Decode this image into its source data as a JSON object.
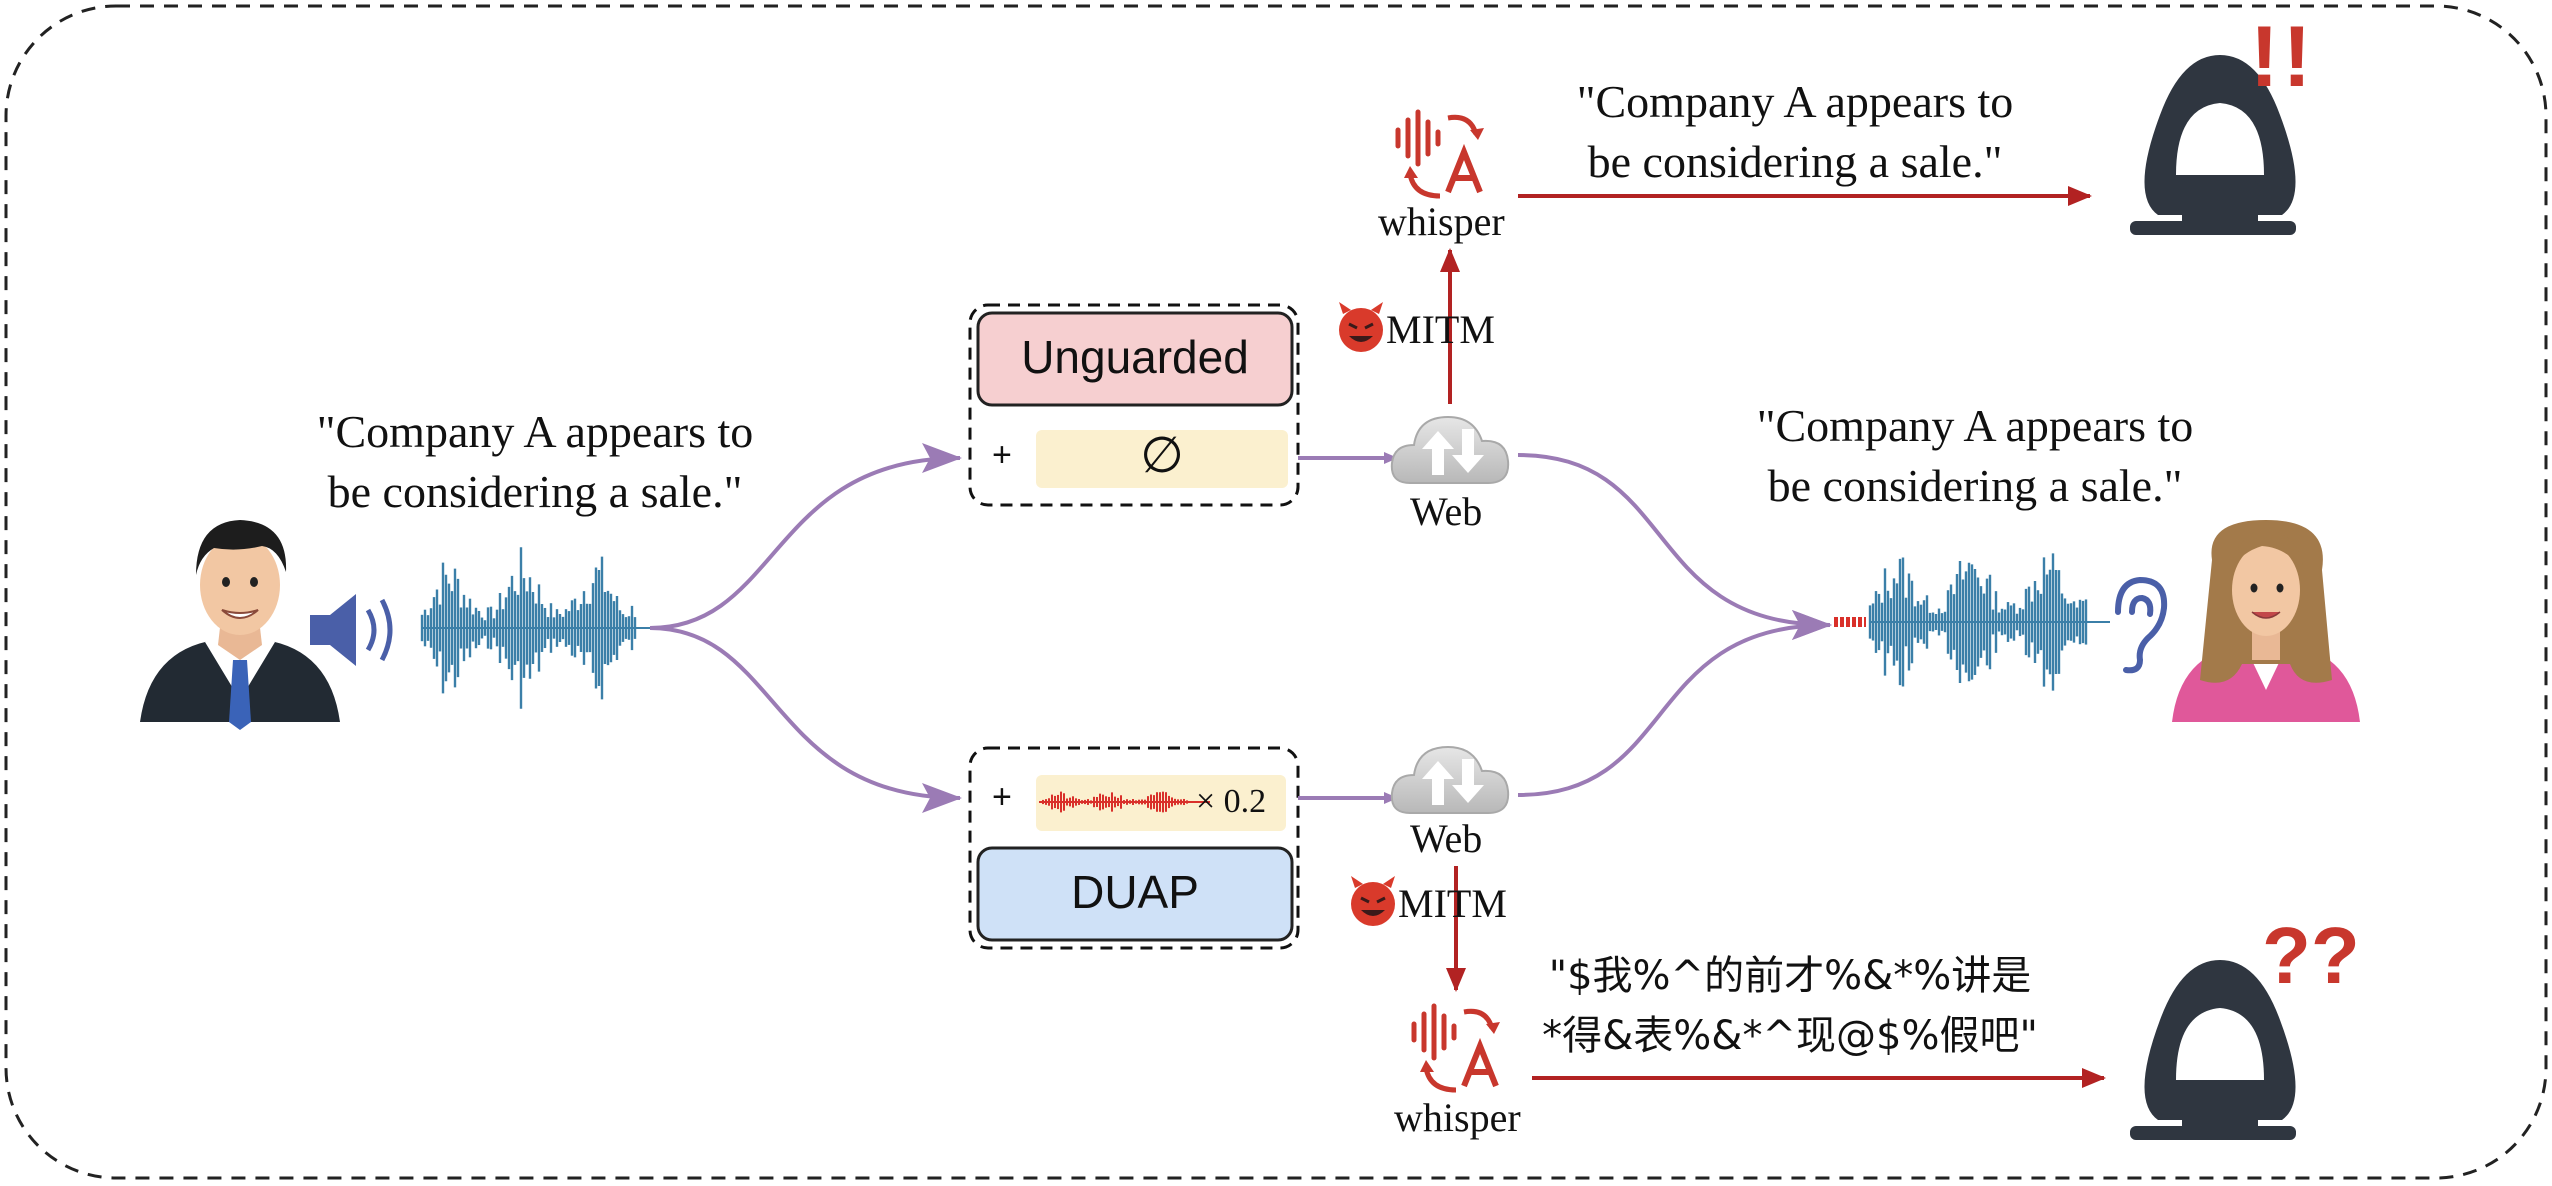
{
  "speaker_quote": [
    "\"Company A appears to",
    "be considering a sale.\""
  ],
  "listener_quote": [
    "\"Company A appears to",
    "be considering a sale.\""
  ],
  "attacker_top_quote": [
    "\"Company A appears to",
    "be considering a sale.\""
  ],
  "attacker_bottom_quote": [
    "\"$我%^的前才%&*%讲是",
    "*得&表%&*^现@$%假吧\""
  ],
  "unguarded_label": "Unguarded",
  "duap_label": "DUAP",
  "null_symbol": "∅",
  "plus": "+",
  "scale_factor": "× 0.2",
  "web_label": "Web",
  "mitm_label": "MITM",
  "whisper_label": "whisper",
  "alert_marks": "!!",
  "confused_marks": "??",
  "colors": {
    "purple_arrow": "#9b7bb5",
    "red_arrow": "#b22222",
    "waveform_blue": "#3b7fa8",
    "perturb_red": "#d9302a",
    "unguarded_fill": "#f6cfd0",
    "duap_fill": "#cfe1f7",
    "noise_strip": "#fbf0cf",
    "cloud_gray": "#c8c8c8",
    "attacker_dark": "#2f3640"
  }
}
